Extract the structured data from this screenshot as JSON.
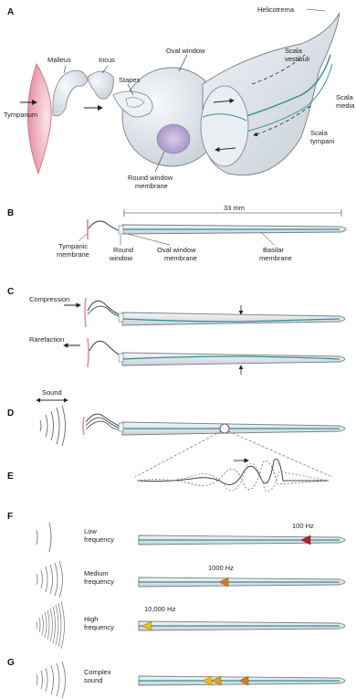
{
  "colors": {
    "tube_fill": "#e6e9ec",
    "tube_stroke": "#7a8088",
    "basilar": "#2f8f98",
    "tympanum": "#e58fa0",
    "round_window": "#8c7bb6",
    "cochlea_body": "#dde4ea",
    "low_marker": "#b0242a",
    "mid_marker": "#d97a1e",
    "high_marker": "#e8c21a"
  },
  "panel_a": {
    "letter": "A",
    "labels": {
      "helicotrema": "Helicotrema",
      "malleus": "Malleus",
      "incus": "Incus",
      "oval_window": "Oval window",
      "stapes": "Stapes",
      "scala_vestibuli_1": "Scala",
      "scala_vestibuli_2": "vestibuli",
      "scala_media_1": "Scala",
      "scala_media_2": "media",
      "scala_tympani_1": "Scala",
      "scala_tympani_2": "tympani",
      "tympanum": "Tympanum",
      "round_window_1": "Round window",
      "round_window_2": "membrane"
    }
  },
  "panel_b": {
    "letter": "B",
    "length": "33 mm",
    "tympanic_1": "Tympanic",
    "tympanic_2": "membrane",
    "round_1": "Round",
    "round_2": "window",
    "oval_1": "Oval window",
    "oval_2": "membrane",
    "basilar_1": "Basilar",
    "basilar_2": "membrane"
  },
  "panel_c": {
    "letter": "C",
    "compression": "Compression",
    "rarefaction": "Rarefaction"
  },
  "panel_d": {
    "letter": "D",
    "sound": "Sound"
  },
  "panel_e": {
    "letter": "E"
  },
  "panel_f": {
    "letter": "F",
    "rows": [
      {
        "label_1": "Low",
        "label_2": "frequency",
        "freq": "100 Hz"
      },
      {
        "label_1": "Medium",
        "label_2": "frequency",
        "freq": "1000 Hz"
      },
      {
        "label_1": "High",
        "label_2": "frequency",
        "freq": "10,000 Hz"
      }
    ]
  },
  "panel_g": {
    "letter": "G",
    "label_1": "Complex",
    "label_2": "sound"
  }
}
